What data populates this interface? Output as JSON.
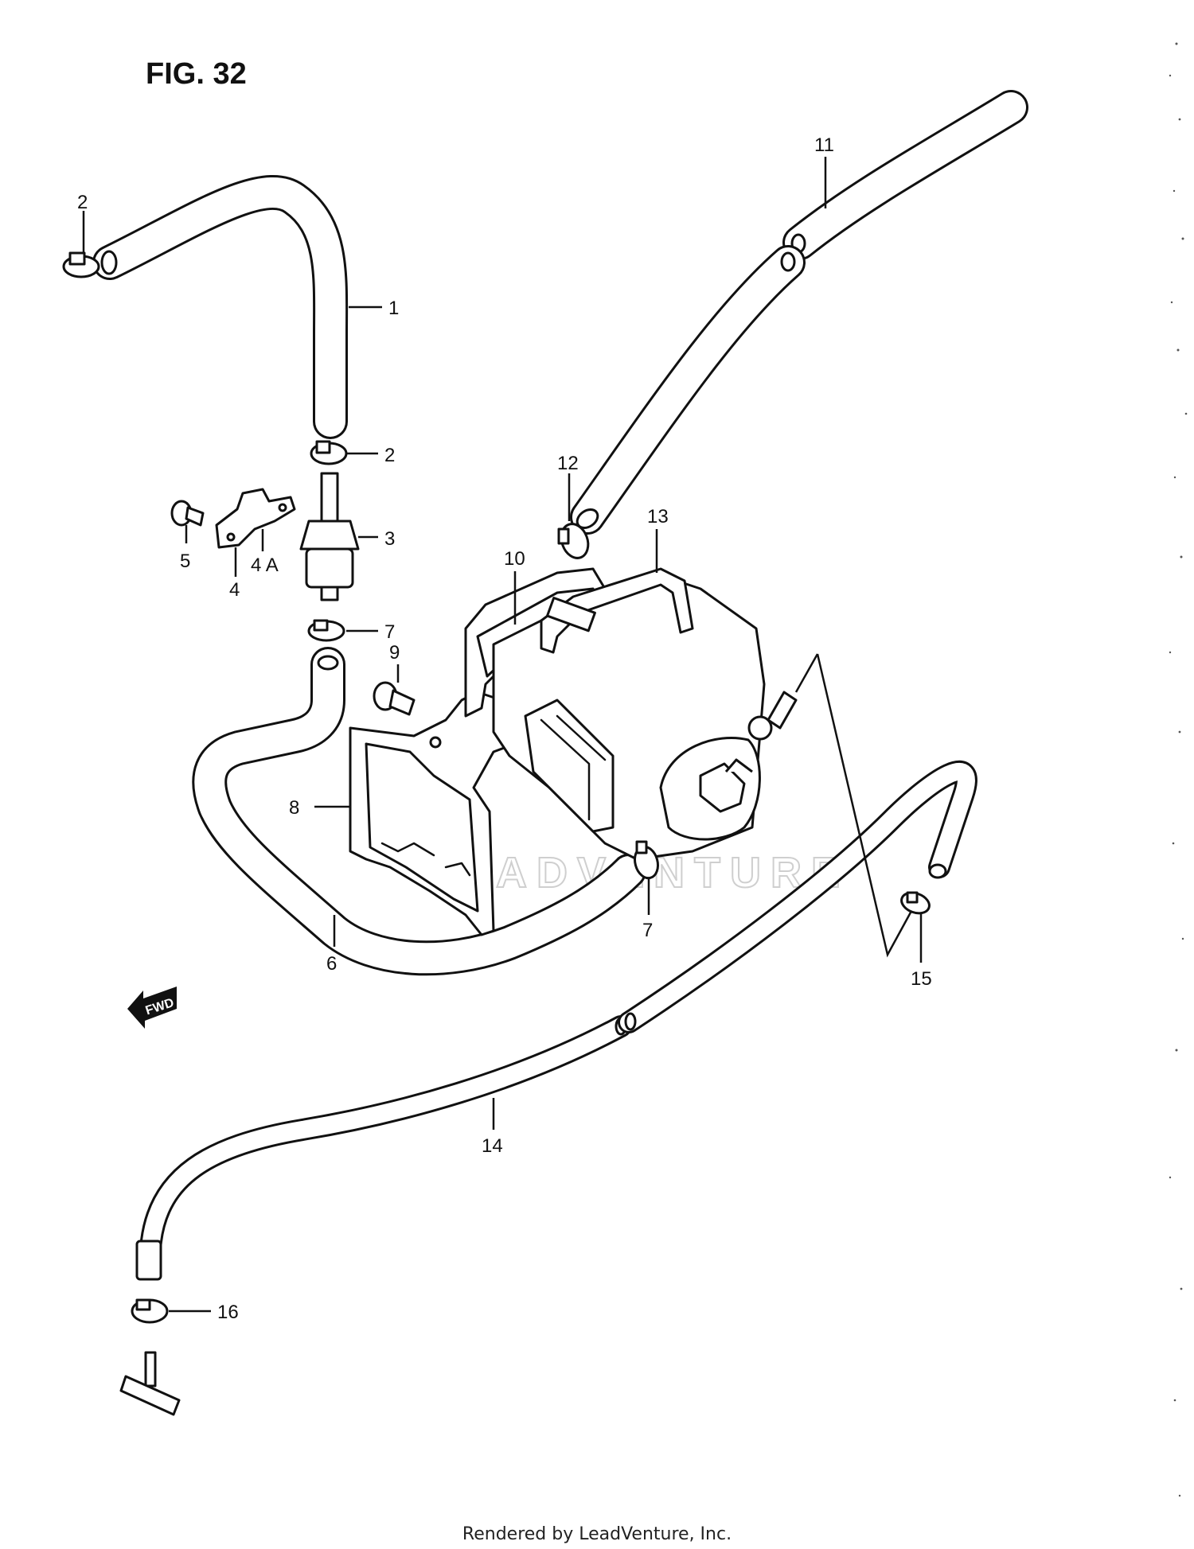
{
  "figure_title": "FIG. 32",
  "fwd_label": "FWD",
  "watermark": "LEADVENTURE",
  "footer": "Rendered by LeadVenture, Inc.",
  "callouts": {
    "c1": "1",
    "c2a": "2",
    "c2b": "2",
    "c3": "3",
    "c4": "4",
    "c4a": "4 A",
    "c5": "5",
    "c6": "6",
    "c7a": "7",
    "c7b": "7",
    "c8": "8",
    "c9": "9",
    "c10": "10",
    "c11": "11",
    "c12": "12",
    "c13": "13",
    "c14": "14",
    "c15": "15",
    "c16": "16"
  }
}
